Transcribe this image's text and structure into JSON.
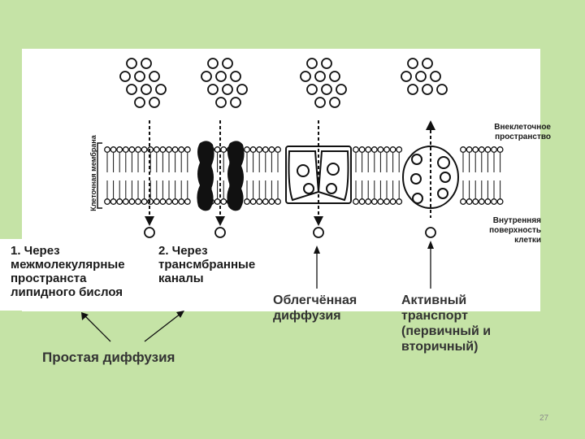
{
  "diagram": {
    "membrane_label": "Клеточная мембрана",
    "outside_label": "Внеклеточное\nпространство",
    "inside_label": "Внутренняя\nповерхность\nклетки",
    "mechanism_1": "1. Через\nмежмолекулярные\nпространста\nлипидного бислоя",
    "mechanism_2": "2. Через\nтрансмбранные\nканалы",
    "facilitated": "Облегчённая\nдиффузия",
    "active": "Активный\nтранспорт\n(первичный и\nвторичный)",
    "simple": "Простая диффузия"
  },
  "page_number": "27"
}
